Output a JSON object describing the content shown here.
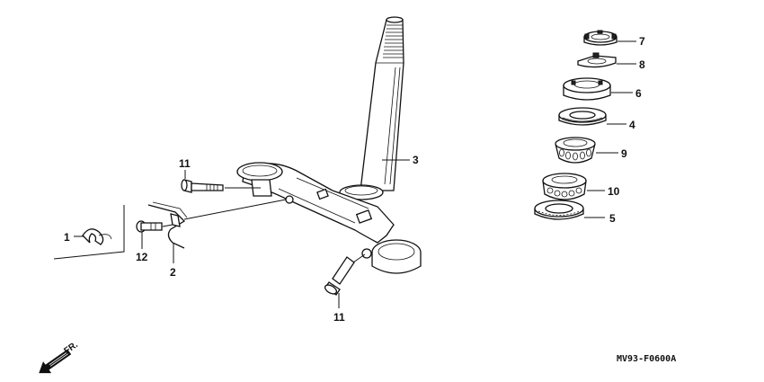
{
  "diagram": {
    "drawing_code": "MV93-F0600A",
    "front_marker": "FR.",
    "callouts": [
      {
        "id": "c1",
        "label": "1",
        "part": "clip"
      },
      {
        "id": "c2",
        "label": "2",
        "part": "wire-clamp"
      },
      {
        "id": "c3",
        "label": "3",
        "part": "steering-stem"
      },
      {
        "id": "c4",
        "label": "4",
        "part": "dust-seal"
      },
      {
        "id": "c5",
        "label": "5",
        "part": "lower-dust-seal"
      },
      {
        "id": "c6",
        "label": "6",
        "part": "bearing-adjust-nut"
      },
      {
        "id": "c7",
        "label": "7",
        "part": "lock-nut"
      },
      {
        "id": "c8",
        "label": "8",
        "part": "lock-washer"
      },
      {
        "id": "c9",
        "label": "9",
        "part": "upper-bearing"
      },
      {
        "id": "c10",
        "label": "10",
        "part": "lower-bearing"
      },
      {
        "id": "c11a",
        "label": "11",
        "part": "upper-bolt"
      },
      {
        "id": "c11b",
        "label": "11",
        "part": "lower-bolt"
      },
      {
        "id": "c12",
        "label": "12",
        "part": "clamp-bolt"
      }
    ]
  }
}
